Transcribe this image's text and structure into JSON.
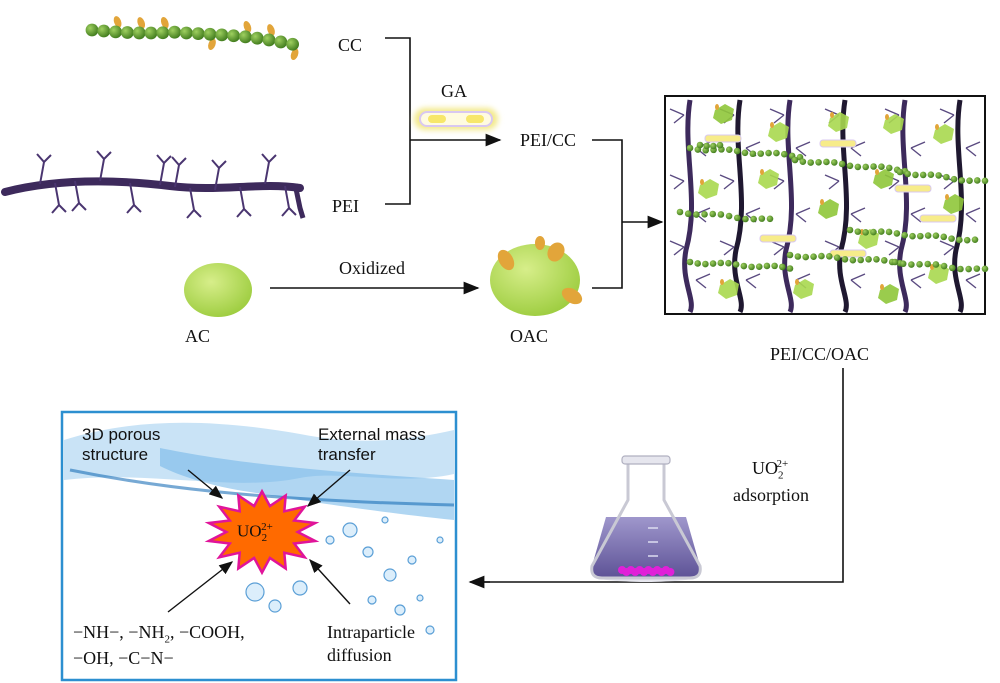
{
  "labels": {
    "cc": "CC",
    "pei": "PEI",
    "ga": "GA",
    "pei_cc": "PEI/CC",
    "ac": "AC",
    "oxidized": "Oxidized",
    "oac": "OAC",
    "pei_cc_oac": "PEI/CC/OAC",
    "adsorption_species_main": "UO",
    "adsorption_species_sub": "2",
    "adsorption_species_sup": "2+",
    "adsorption_word": "adsorption"
  },
  "mechanism": {
    "porous_line1": "3D porous",
    "porous_line2": "structure",
    "external_line1": "External mass",
    "external_line2": "transfer",
    "ion_main": "UO",
    "ion_sub": "2",
    "ion_sup": "2+",
    "groups_line1_a": "−NH−, −NH",
    "groups_line1_sub": "2",
    "groups_line1_b": ", −COOH,",
    "groups_line2": "−OH, −C−N−",
    "intra_line1": "Intraparticle",
    "intra_line2": "diffusion"
  },
  "colors": {
    "chain_bead": "#5f9a2c",
    "chain_tab": "#e2a53a",
    "pei_purple": "#3d2a5c",
    "ac_green": "#b7d95a",
    "ga_glow": "#f6f0a8",
    "box_border": "#2c8fd0",
    "burst_fill": "#ff6a00",
    "burst_edge": "#e0149a",
    "flask_liquid": "#7a6fae",
    "sediment": "#e020d8"
  }
}
